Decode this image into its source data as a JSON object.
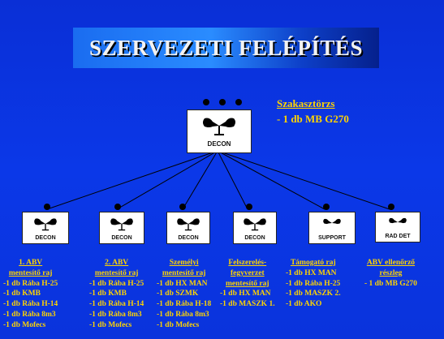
{
  "title": "SZERVEZETI FELÉPÍTÉS",
  "hq": {
    "label": "DECON",
    "name": "Szakasztörzs",
    "equipment": "- 1 db MB G270"
  },
  "units": [
    {
      "label": "DECON",
      "heading": [
        "1. ABV",
        "mentesítő raj"
      ],
      "items": [
        "-1 db Rába H-25",
        "-1 db KMB",
        "-1 db Rába H-14",
        "-1 db Rába 8m3",
        "-1 db Mofecs"
      ]
    },
    {
      "label": "DECON",
      "heading": [
        "2. ABV",
        "mentesítő raj"
      ],
      "items": [
        "-1 db Rába H-25",
        "-1 db KMB",
        "-1 db Rába H-14",
        "-1 db Rába 8m3",
        "-1 db Mofecs"
      ]
    },
    {
      "label": "DECON",
      "heading": [
        "Személyi",
        "mentesítő raj"
      ],
      "items": [
        "-1 db HX MAN",
        "-1 db SZMK",
        "-1 db Rába H-18",
        "-1 db Rába 8m3",
        "-1 db Mofecs"
      ]
    },
    {
      "label": "DECON",
      "heading": [
        "Felszerelés-",
        "fegyverzet",
        "mentesítő raj"
      ],
      "items": [
        "-1 db HX MAN",
        "-1 db MASZK 1."
      ]
    },
    {
      "label": "SUPPORT",
      "heading": [
        "Támogató raj"
      ],
      "items": [
        "-1 db HX MAN",
        "-1 db Rába H-25",
        "-1 db MASZK 2.",
        "-1 db AKO"
      ]
    },
    {
      "label": "RAD DET",
      "heading": [
        "ABV ellenőrző",
        "részleg"
      ],
      "items": [
        "- 1 db MB G270"
      ]
    }
  ]
}
